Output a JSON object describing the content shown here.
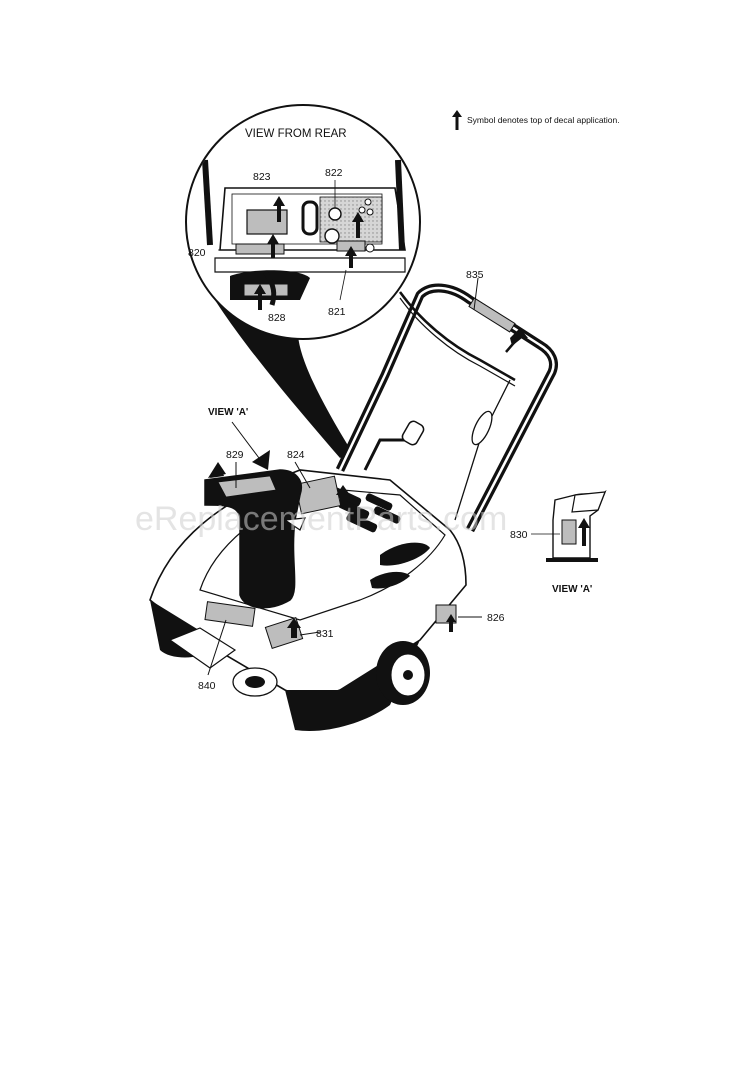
{
  "legend": {
    "text": "Symbol denotes top of decal application.",
    "icon": "up-arrow-icon"
  },
  "inset": {
    "title": "VIEW FROM REAR",
    "callouts": [
      "823",
      "822",
      "820",
      "828",
      "821"
    ]
  },
  "main": {
    "view_label": "VIEW 'A'",
    "callouts": [
      "835",
      "829",
      "824",
      "831",
      "826",
      "840"
    ]
  },
  "side_view": {
    "callout": "830",
    "label": "VIEW 'A'"
  },
  "watermark": "eReplacementParts.com",
  "colors": {
    "ink": "#111111",
    "decal_fill": "#bdbdbd",
    "watermark": "#cfcfcf"
  }
}
